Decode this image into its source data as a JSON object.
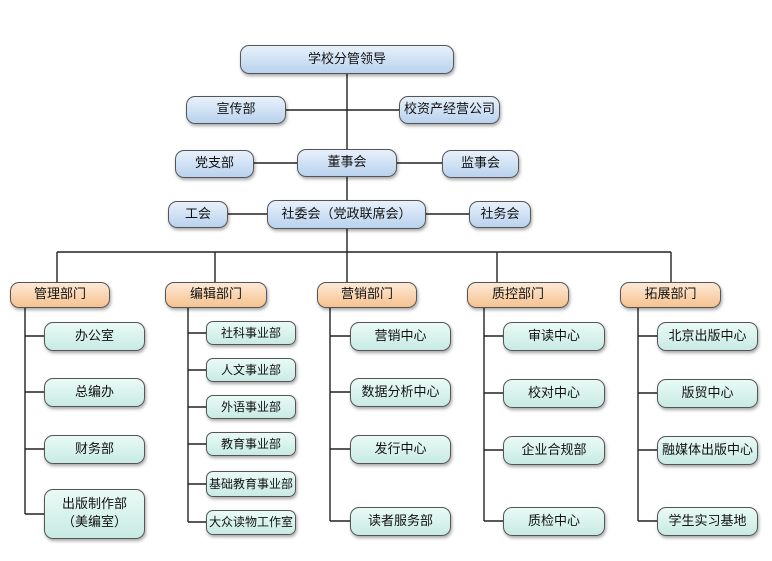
{
  "top": {
    "leader": "学校分管领导",
    "publicity": "宣传部",
    "asset_company": "校资产经营公司",
    "party_branch": "党支部",
    "board": "董事会",
    "supervisors": "监事会",
    "union": "工会",
    "committee": "社委会（党政联席会）",
    "affairs": "社务会"
  },
  "departments": [
    {
      "name": "管理部门",
      "units": [
        "办公室",
        "总编办",
        "财务部",
        "出版制作部\n（美编室）"
      ]
    },
    {
      "name": "编辑部门",
      "units": [
        "社科事业部",
        "人文事业部",
        "外语事业部",
        "教育事业部",
        "基础教育事业部",
        "大众读物工作室"
      ]
    },
    {
      "name": "营销部门",
      "units": [
        "营销中心",
        "数据分析中心",
        "发行中心",
        "读者服务部"
      ]
    },
    {
      "name": "质控部门",
      "units": [
        "审读中心",
        "校对中心",
        "企业合规部",
        "质检中心"
      ]
    },
    {
      "name": "拓展部门",
      "units": [
        "北京出版中心",
        "版贸中心",
        "融媒体出版中心",
        "学生实习基地"
      ]
    }
  ],
  "colors": {
    "top_nodes": "#c7dcf2",
    "department_nodes": "#f8cfa3",
    "unit_nodes": "#d3efe8",
    "lines": "#222222"
  }
}
